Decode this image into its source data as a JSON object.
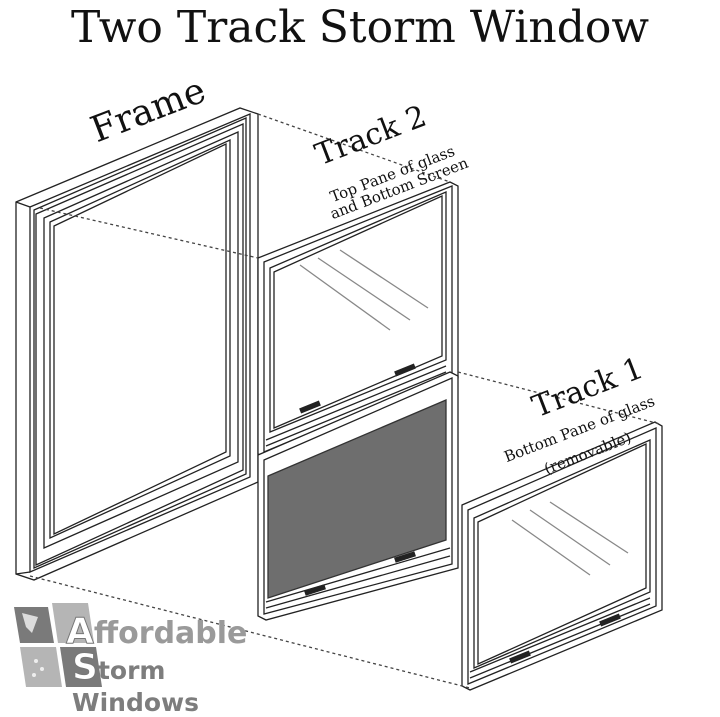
{
  "title": "Two Track Storm Window",
  "labels": {
    "frame": "Frame",
    "track2": {
      "heading": "Track 2",
      "line1": "Top Pane of glass",
      "line2": "and Bottom Screen"
    },
    "track1": {
      "heading": "Track 1",
      "line1": "Bottom Pane of glass",
      "line2": "(removable)"
    }
  },
  "logo": {
    "first_letter": "A",
    "line1_rest": "ffordable",
    "second_letter": "S",
    "line2_rest": "torm Windows"
  },
  "colors": {
    "line": "#222222",
    "screen": "#6e6e6e",
    "logo_light": "#b5b5b5",
    "logo_dark": "#7a7a7a"
  }
}
